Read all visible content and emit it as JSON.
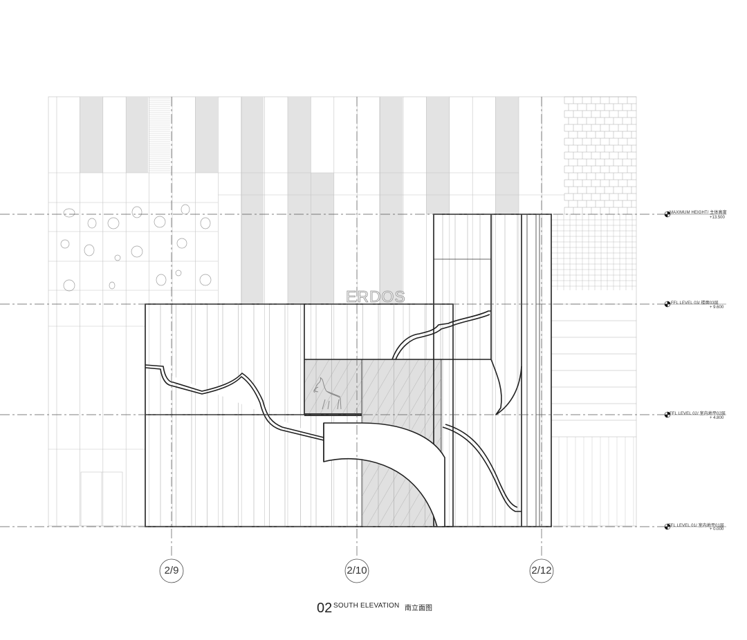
{
  "brand_sign": "ERDOS",
  "levels": [
    {
      "name": "MAXIMUM  HEIGHT/ 主体高度",
      "value": "+13.500"
    },
    {
      "name": "FFL LEVEL 03/ 楼面03层",
      "value": "+ 9.600"
    },
    {
      "name": "FFL LEVEL 02/ 室内地平02层",
      "value": "+ 4.800"
    },
    {
      "name": "FFL LEVEL 01/ 室内地平01层",
      "value": "+ 0.000"
    }
  ],
  "grid_lines": [
    "2/9",
    "2/10",
    "2/12"
  ],
  "title": {
    "number": "02",
    "english": "SOUTH ELEVATION",
    "chinese": "南立面图"
  },
  "colors": {
    "line": "#222222",
    "background_line": "#b8b8b8",
    "shade": "#e2e2e2",
    "glass": "#dcdcdc"
  }
}
